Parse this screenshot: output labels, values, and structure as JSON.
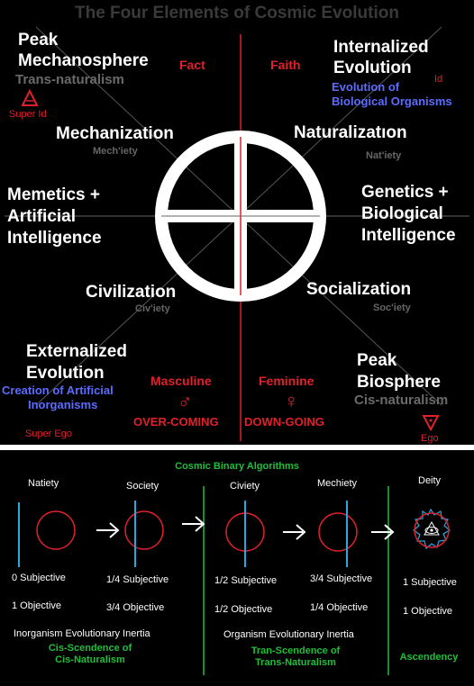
{
  "title": "The Four Elements of Cosmic Evolution",
  "quadrants": {
    "fact": "Fact",
    "faith": "Faith",
    "masculine": "Masculine",
    "feminine": "Feminine",
    "overcoming": "OVER-COMING",
    "downgoing": "DOWN-GOING",
    "male_symbol": "♂",
    "female_symbol": "♀"
  },
  "corners": {
    "peak_mech_line1": "Peak",
    "peak_mech_line2": "Mechanosphere",
    "trans_naturalism": "Trans-naturalism",
    "super_id": "Super Id",
    "internalized_line1": "Internalized",
    "internalized_line2": "Evolution",
    "id": "Id",
    "evo_bio_line1": "Evolution of",
    "evo_bio_line2": "Biological Organisms",
    "externalized_line1": "Externalized",
    "externalized_line2": "Evolution",
    "creation_line1": "Creation of Artificial",
    "creation_line2": "Inorganisms",
    "super_ego": "Super Ego",
    "peak_bio_line1": "Peak",
    "peak_bio_line2": "Biosphere",
    "cis_naturalism": "Cis-naturalism",
    "ego": "Ego"
  },
  "ring_labels": {
    "mechanization": "Mechanization",
    "mechiety": "Mech'iety",
    "naturalization": "Naturalizatıon",
    "natiety": "Nat'iety",
    "memetics_line1": "Memetics +",
    "memetics_line2": "Artificial",
    "memetics_line3": "Intelligence",
    "genetics_line1": "Genetics +",
    "genetics_line2": "Biological",
    "genetics_line3": "Intelligence",
    "civilization": "Civilization",
    "civiety": "Civ'iety",
    "socialization": "Socialization",
    "society": "Soc'iety"
  },
  "algorithms": {
    "heading": "Cosmic Binary Algorithms",
    "stages": [
      {
        "name": "Natiety",
        "subjective": "0 Subjective",
        "objective": "1 Objective"
      },
      {
        "name": "Society",
        "subjective": "1/4 Subjective",
        "objective": "3/4 Objective"
      },
      {
        "name": "Civiety",
        "subjective": "1/2 Subjective",
        "objective": "1/2 Objective"
      },
      {
        "name": "Mechiety",
        "subjective": "3/4 Subjective",
        "objective": "1/4 Objective"
      },
      {
        "name": "Deity",
        "subjective": "1 Subjective",
        "objective": "1 Objective"
      }
    ],
    "inorganism_inertia": "Inorganism Evolutionary Inertia",
    "cis_line1": "Cis-Scendence of",
    "cis_line2": "Cis-Naturalism",
    "organism_inertia": "Organism Evolutionary Inertia",
    "tran_line1": "Tran-Scendence of",
    "tran_line2": "Trans-Naturalism",
    "ascendency": "Ascendency"
  },
  "colors": {
    "red": "#e0212b",
    "blue": "#5b6cff",
    "green": "#1fbf3a",
    "cyan": "#2aa7e0",
    "gray": "#666666"
  }
}
